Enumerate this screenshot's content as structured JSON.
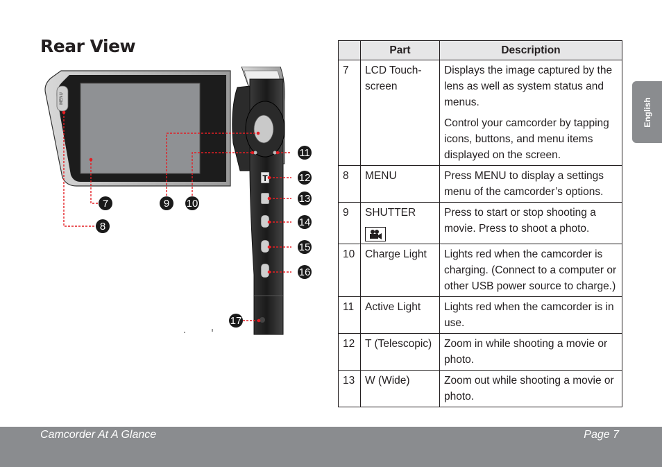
{
  "page": {
    "title": "Rear View",
    "language_tab": "English",
    "footer_left": "Camcorder At A Glance",
    "footer_right": "Page 7"
  },
  "diagram": {
    "menu_button_label": "MENU",
    "zoom_t_label": "T",
    "callouts": [
      "7",
      "8",
      "9",
      "10",
      "11",
      "12",
      "13",
      "14",
      "15",
      "16",
      "17"
    ]
  },
  "table": {
    "headers": [
      "",
      "Part",
      "Description"
    ],
    "rows": [
      {
        "num": "7",
        "part": "LCD Touch-screen",
        "desc": [
          "Displays the image captured by the lens as well as system status and menus.",
          "Control your camcorder by tapping icons, buttons, and menu items displayed on the screen."
        ]
      },
      {
        "num": "8",
        "part": "MENU",
        "desc": [
          "Press MENU to display a settings menu of the camcorder’s options."
        ]
      },
      {
        "num": "9",
        "part": "SHUTTER",
        "desc": [
          "Press to start or stop shooting a movie. Press to shoot a photo."
        ],
        "icon": "movie-camera-icon"
      },
      {
        "num": "10",
        "part": "Charge Light",
        "desc": [
          "Lights red when the camcorder is charging. (Connect to a computer or other USB power source to charge.)"
        ]
      },
      {
        "num": "11",
        "part": "Active Light",
        "desc": [
          "Lights red when the camcorder is in use."
        ]
      },
      {
        "num": "12",
        "part": "T (Telescopic)",
        "desc": [
          "Zoom in while shooting a movie or photo."
        ]
      },
      {
        "num": "13",
        "part": "W (Wide)",
        "desc": [
          "Zoom out while shooting a movie or photo."
        ]
      }
    ]
  },
  "colors": {
    "callout_red": "#e31e24",
    "tab_gray": "#8a8c8f",
    "header_gray": "#e6e6e7",
    "screen_gray": "#8f9194"
  }
}
